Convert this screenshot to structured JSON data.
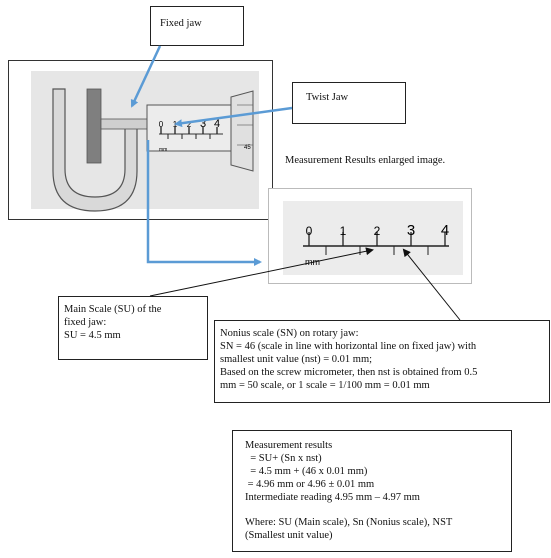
{
  "labels": {
    "fixed_jaw": "Fixed jaw",
    "twist_jaw": "Twist Jaw",
    "enlarged_caption": "Measurement Results enlarged image."
  },
  "scale_numbers": [
    "0",
    "1",
    "2",
    "3",
    "4"
  ],
  "thimble_number": "45",
  "scale_unit": "mm",
  "main_scale_box": {
    "lines": [
      "Main Scale (SU) of the",
      "fixed jaw:",
      "SU = 4.5 mm"
    ]
  },
  "nonius_box": {
    "lines": [
      "Nonius scale (SN) on rotary jaw:",
      "SN = 46 (scale in line with horizontal line on fixed jaw) with",
      "smallest unit value (nst) = 0.01 mm;",
      "Based on the screw micrometer, then nst is obtained from 0.5",
      "mm = 50 scale, or 1 scale = 1/100 mm = 0.01 mm"
    ]
  },
  "results_box": {
    "lines": [
      "Measurement results",
      "  = SU+ (Sn x nst)",
      "  = 4.5 mm + (46 x 0.01 mm)",
      " = 4.96 mm or 4.96 ± 0.01 mm",
      "Intermediate reading 4.95 mm – 4.97 mm"
    ],
    "where_lines": [
      "Where: SU (Main scale), Sn (Nonius scale), NST",
      "(Smallest unit value)"
    ]
  },
  "colors": {
    "arrow_blue": "#5b9bd5",
    "frame_gray": "#d9d9d9",
    "dark_bar": "#7f7f7f"
  }
}
